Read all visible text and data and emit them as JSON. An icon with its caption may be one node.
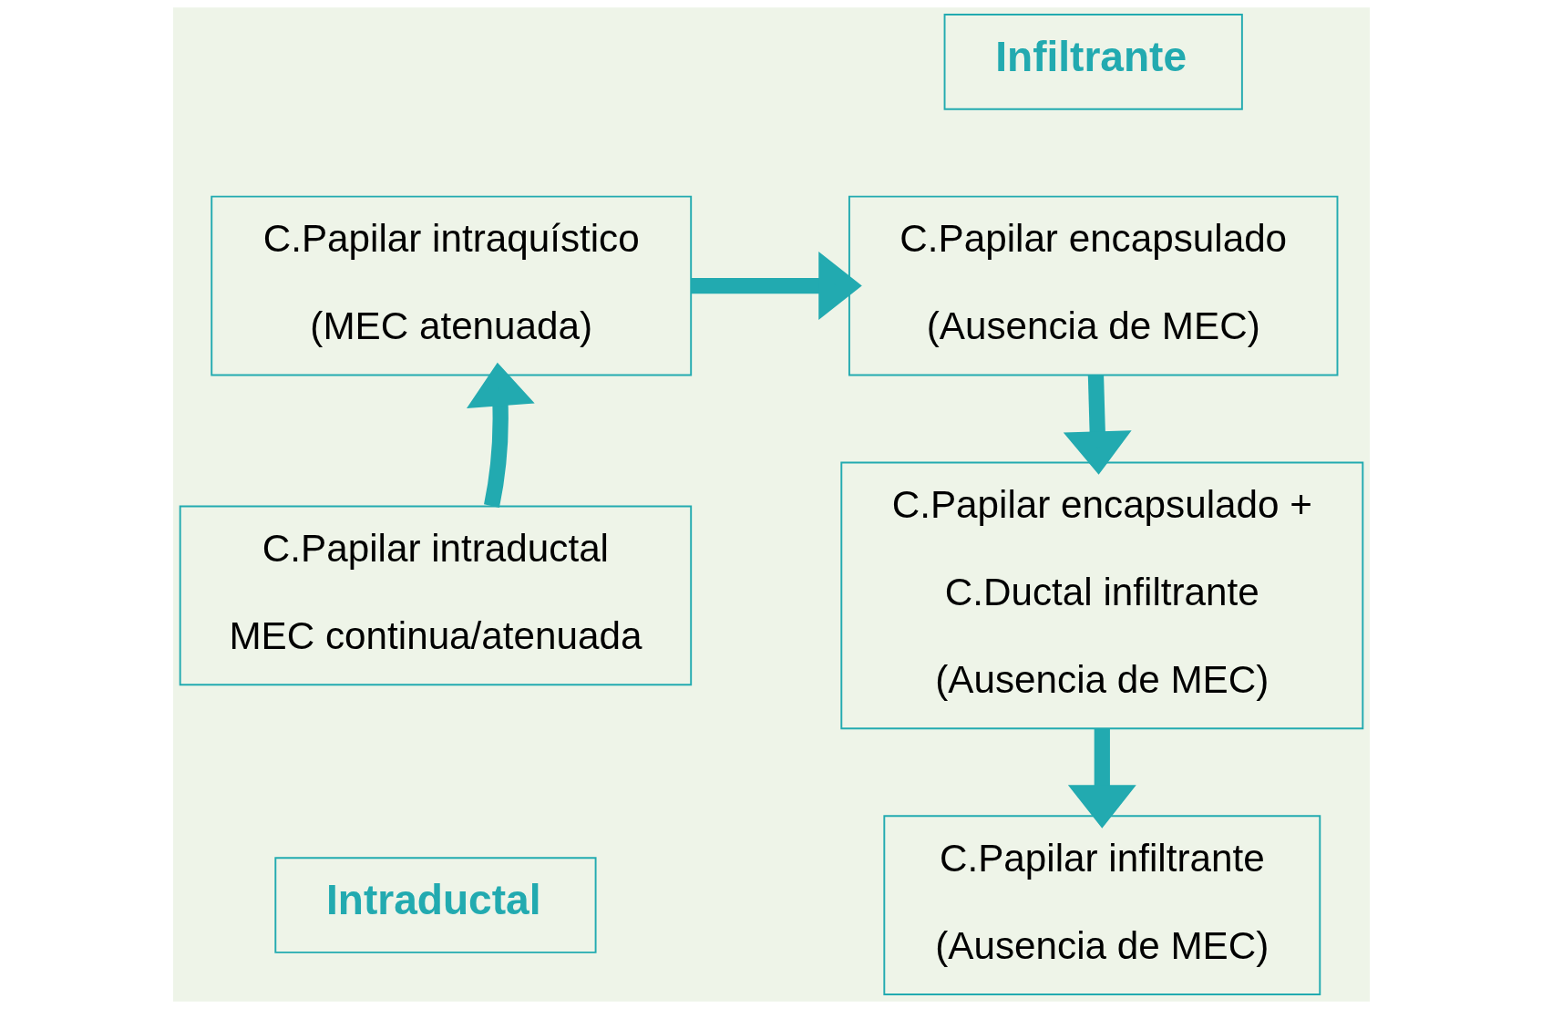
{
  "diagram": {
    "nodes": [
      {
        "text": [
          "Infiltrante"
        ]
      },
      {
        "text": [
          "C.Papilar intraquístico",
          "(MEC atenuada)"
        ]
      },
      {
        "text": [
          "C.Papilar encapsulado",
          "(Ausencia de MEC)"
        ]
      },
      {
        "text": [
          "C.Papilar intraductal",
          "MEC continua/atenuada"
        ]
      },
      {
        "text": [
          "C.Papilar encapsulado +",
          "C.Ductal infiltrante",
          "(Ausencia de MEC)"
        ]
      },
      {
        "text": [
          "C.Papilar infiltrante",
          "(Ausencia de MEC)"
        ]
      },
      {
        "text": [
          "Intraductal"
        ]
      }
    ],
    "edges": [
      {
        "from": 3,
        "to": 1,
        "arrow": "to"
      },
      {
        "from": 1,
        "to": 2,
        "arrow": "to"
      },
      {
        "from": 2,
        "to": 4,
        "arrow": "to"
      },
      {
        "from": 4,
        "to": 5,
        "arrow": "to"
      }
    ]
  }
}
